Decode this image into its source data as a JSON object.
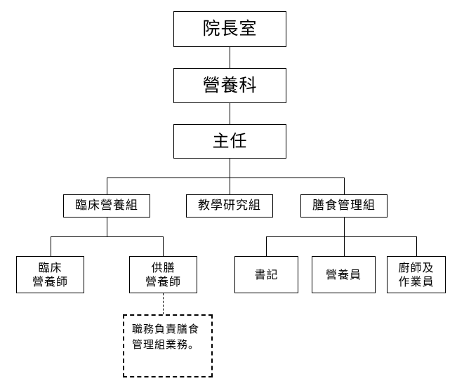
{
  "diagram": {
    "title_text": "院長室",
    "type": "organization-chart",
    "background_color": "#ffffff",
    "line_color": "#000000",
    "nodes": {
      "director_office": {
        "label": "院長室",
        "level": 1
      },
      "nutrition_dept": {
        "label": "營養科",
        "level": 2
      },
      "chief": {
        "label": "主任",
        "level": 3
      },
      "clinical_nutrition_group": {
        "label": "臨床營養組",
        "level": 4
      },
      "teaching_research_group": {
        "label": "教學研究組",
        "level": 4
      },
      "dietary_management_group": {
        "label": "膳食管理組",
        "level": 4
      },
      "clinical_dietitian": {
        "label": "臨床\n營養師",
        "level": 5
      },
      "food_service_dietitian": {
        "label": "供膳\n營養師",
        "level": 5
      },
      "clerk": {
        "label": "書記",
        "level": 5
      },
      "nutrition_staff": {
        "label": "營養員",
        "level": 5
      },
      "cook_and_worker": {
        "label": "廚師及\n作業員",
        "level": 5
      }
    },
    "note": {
      "text": "職務負責膳食管理組業務。",
      "attached_to": "供膳營養師",
      "border_style": "dashed"
    }
  }
}
